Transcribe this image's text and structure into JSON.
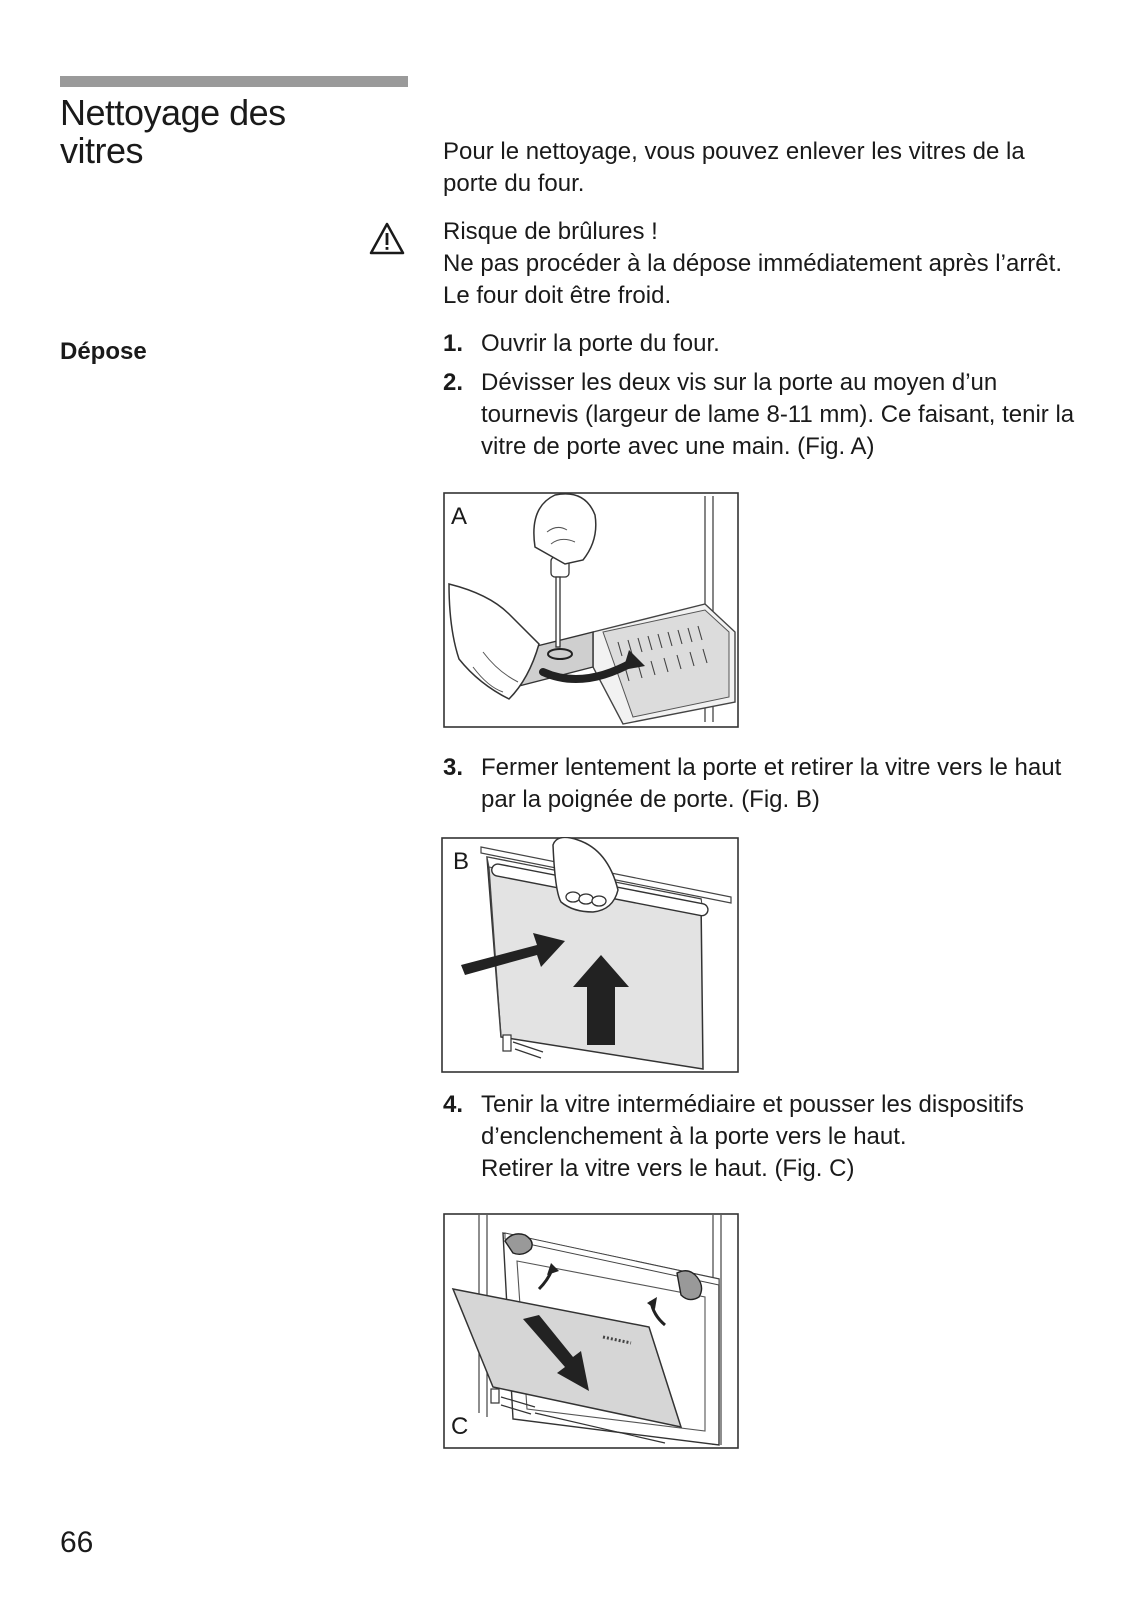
{
  "section": {
    "title_line1": "Nettoyage des",
    "title_line2": "vitres",
    "intro": "Pour le nettoyage, vous pouvez enlever les vitres de la porte du four.",
    "warning_icon": "warning-triangle-icon",
    "warning_title": "Risque de brûlures !",
    "warning_text": "Ne pas procéder à la dépose immédiatement après l’arrêt. Le four doit être froid."
  },
  "depose": {
    "label": "Dépose",
    "steps": [
      {
        "num": "1.",
        "lines": [
          "Ouvrir la porte du four."
        ]
      },
      {
        "num": "2.",
        "lines": [
          "Dévisser les deux vis sur la porte au moyen d’un tournevis (largeur de lame 8-11 mm). Ce faisant, tenir la vitre de porte avec une main. (Fig. A)"
        ]
      },
      {
        "num": "3.",
        "lines": [
          "Fermer lentement la porte et retirer la vitre vers le haut par la poignée de porte. (Fig. B)"
        ]
      },
      {
        "num": "4.",
        "lines": [
          "Tenir la vitre intermédiaire et pousser les dispositifs d’enclenchement à la porte vers le haut.",
          "Retirer la vitre vers le haut. (Fig. C)"
        ]
      }
    ]
  },
  "figures": {
    "a": {
      "label": "A"
    },
    "b": {
      "label": "B"
    },
    "c": {
      "label": "C"
    }
  },
  "page_number": "66"
}
